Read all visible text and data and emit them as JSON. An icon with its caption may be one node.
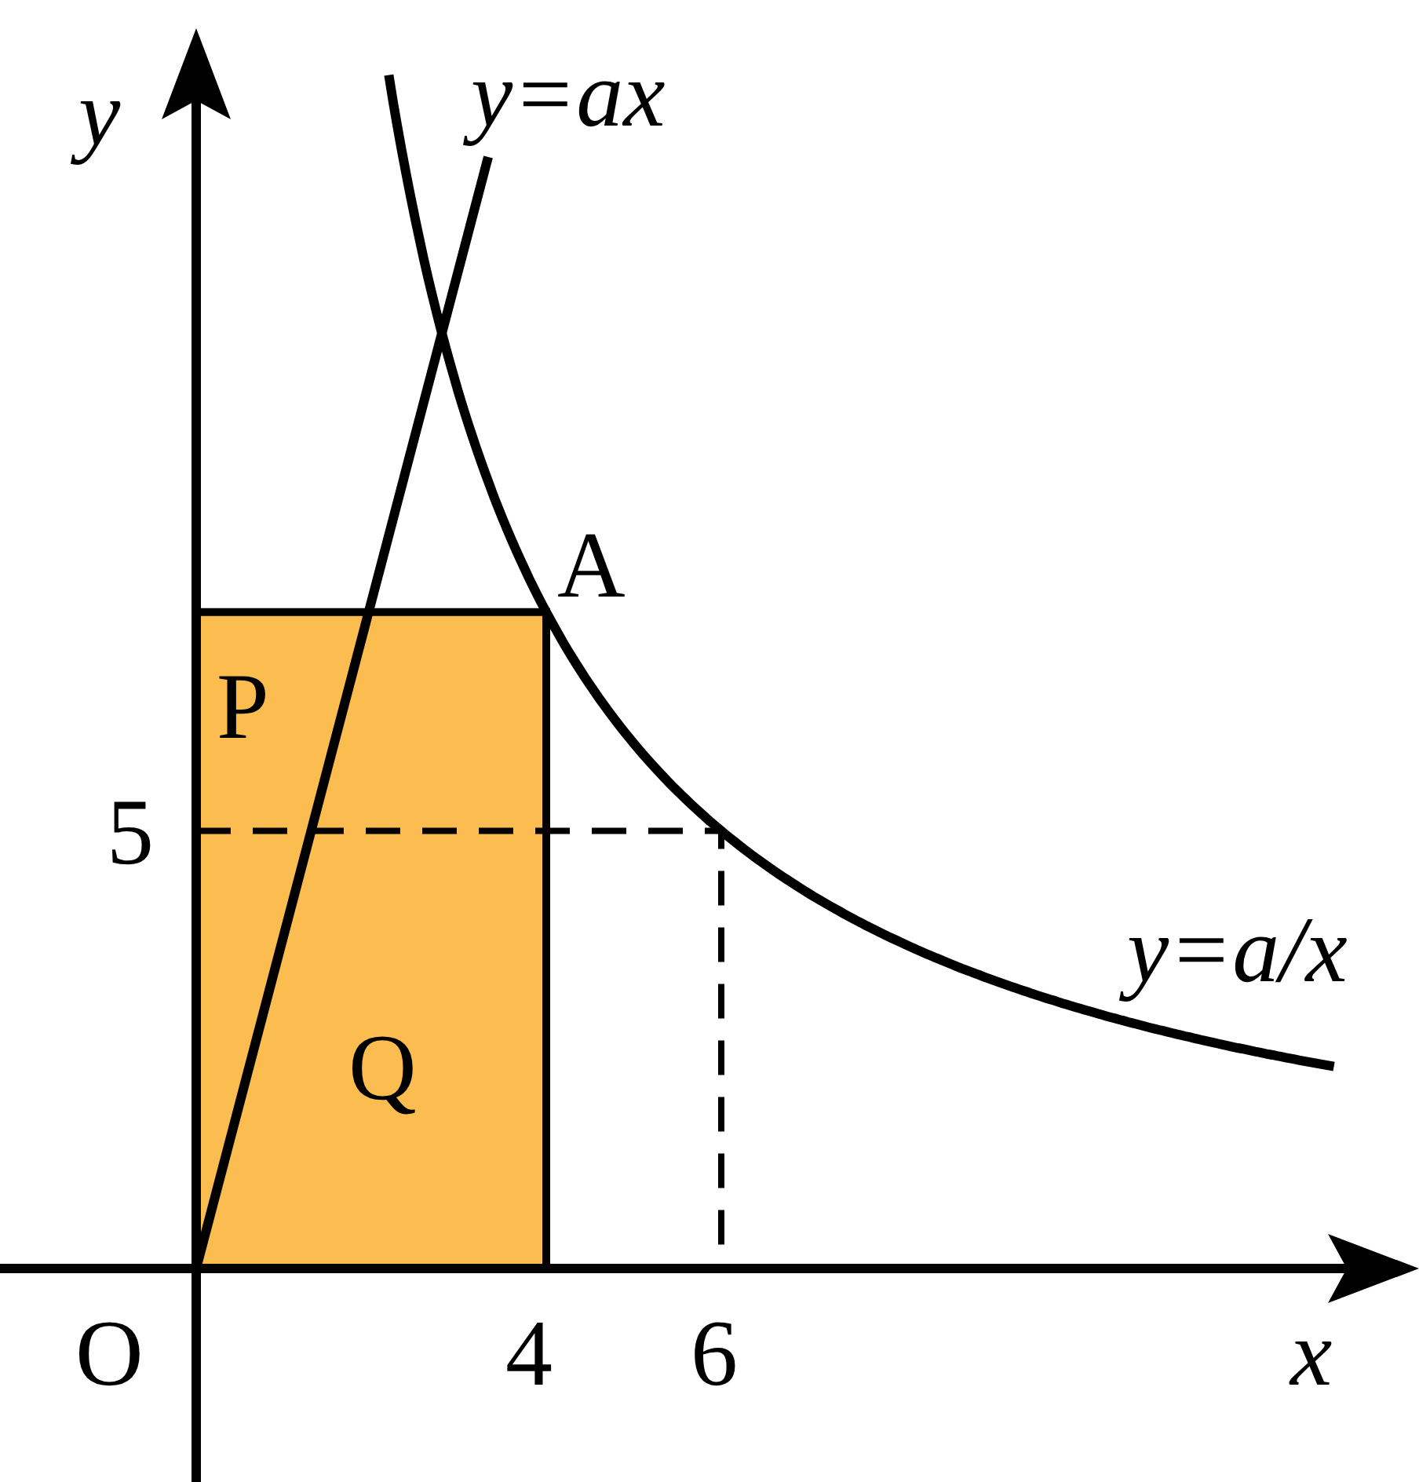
{
  "diagram": {
    "labels": [
      "y",
      "y=ax",
      "A",
      "P",
      "5",
      "y=a/x",
      "Q",
      "O",
      "4",
      "6",
      "x"
    ]
  }
}
